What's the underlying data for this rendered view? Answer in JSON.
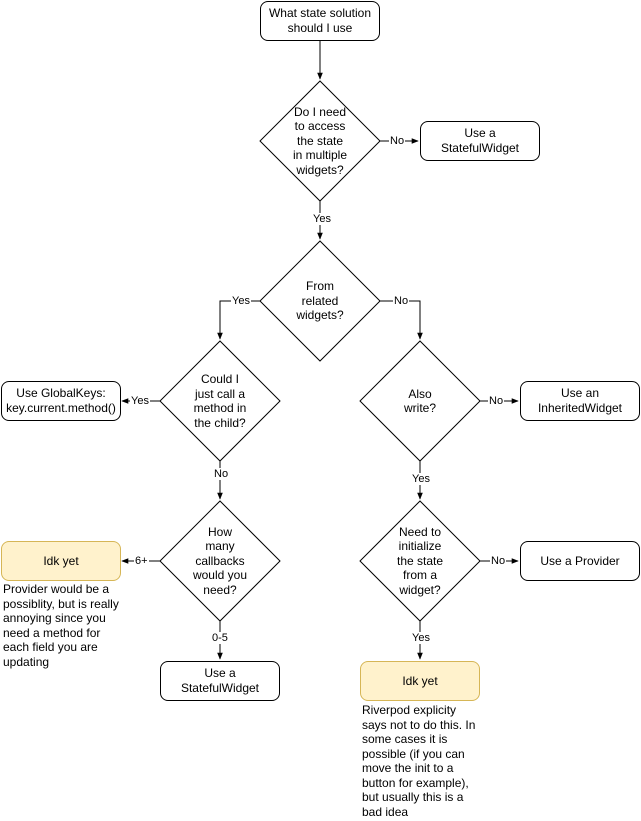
{
  "nodes": {
    "start": "What state solution\nshould I use",
    "q_multiple": "Do I need\nto access\nthe state\nin multiple\nwidgets?",
    "use_stateful_top": "Use a StatefulWidget",
    "q_related": "From\nrelated\nwidgets?",
    "q_call_method": "Could I\njust call a\nmethod in\nthe child?",
    "use_globalkeys": "Use GlobalKeys:\nkey.current.method()",
    "q_also_write": "Also\nwrite?",
    "use_inherited": "Use an\nInheritedWidget",
    "q_callbacks": "How\nmany\ncallbacks\nwould you\nneed?",
    "idk_left": "Idk yet",
    "use_stateful_bottom": "Use a StatefulWidget",
    "q_initialize": "Need to\ninitialize\nthe state\nfrom a\nwidget?",
    "use_provider": "Use a Provider",
    "idk_right": "Idk yet"
  },
  "edge_labels": {
    "no_multiple": "No",
    "yes_multiple": "Yes",
    "yes_related": "Yes",
    "no_related": "No",
    "yes_call": "Yes",
    "no_call": "No",
    "no_write": "No",
    "yes_write": "Yes",
    "six_plus": "6+",
    "zero_five": "0-5",
    "no_init": "No",
    "yes_init": "Yes"
  },
  "notes": {
    "left": "Provider would be a\npossiblity, but is really\nannoying since you\nneed a method for\neach field you are\nupdating",
    "right": "Riverpod explicity\nsays not to do this. In\nsome cases it is\npossible (if you can\nmove the init to a\nbutton for example),\nbut usually this is a\nbad idea"
  },
  "colors": {
    "note_fill": "#fff2cc",
    "note_border": "#d6b656"
  }
}
